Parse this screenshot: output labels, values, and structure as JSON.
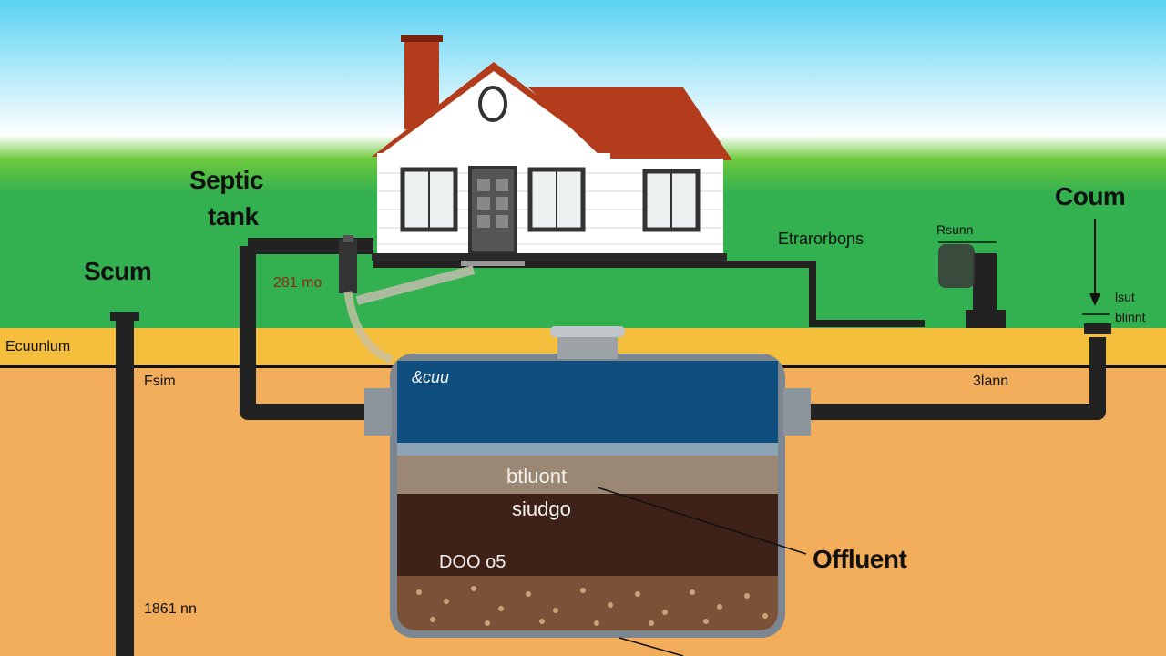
{
  "colors": {
    "sky_top": "#5ad2f2",
    "sky_bottom": "#ffffff",
    "grass": "#33b04f",
    "grass_light": "#6cc93c",
    "topsoil": "#f3bf3c",
    "subsoil": "#f2ad5b",
    "pipe": "#222222",
    "roof": "#b23c1c",
    "house_wall": "#ffffff",
    "water": "#0f4f80",
    "effluent_layer": "#9a8774",
    "sludge_layer": "#3e2117",
    "gravel": "#7b5238",
    "tank_wall": "#6e7a84"
  },
  "labels": {
    "septic_tank_line1": "Septic",
    "septic_tank_line2": "tank",
    "scum": "Scum",
    "coum": "Coum",
    "distribution": "Etrarorboɲs",
    "rsunn": "Rsunn",
    "pipe_tag": "281 mo",
    "ground_level": "Ecuunlum",
    "left_depth": "Fsim",
    "right_depth": "3lann",
    "tank_top": "&cuu",
    "effluent_layer": "btluont",
    "sludge_layer": "siudgo",
    "bottom_sludge": "DOO o5",
    "effluent_callout": "Offluent",
    "depth_bottom": "1861 nn",
    "right_small_1": "lsut",
    "right_small_2": "blinnt",
    "house_window": "O"
  },
  "icons": {
    "house": "house-icon",
    "chimney": "chimney-icon",
    "down_arrow": "arrow-down-icon",
    "vent": "vent-pipe-icon"
  }
}
